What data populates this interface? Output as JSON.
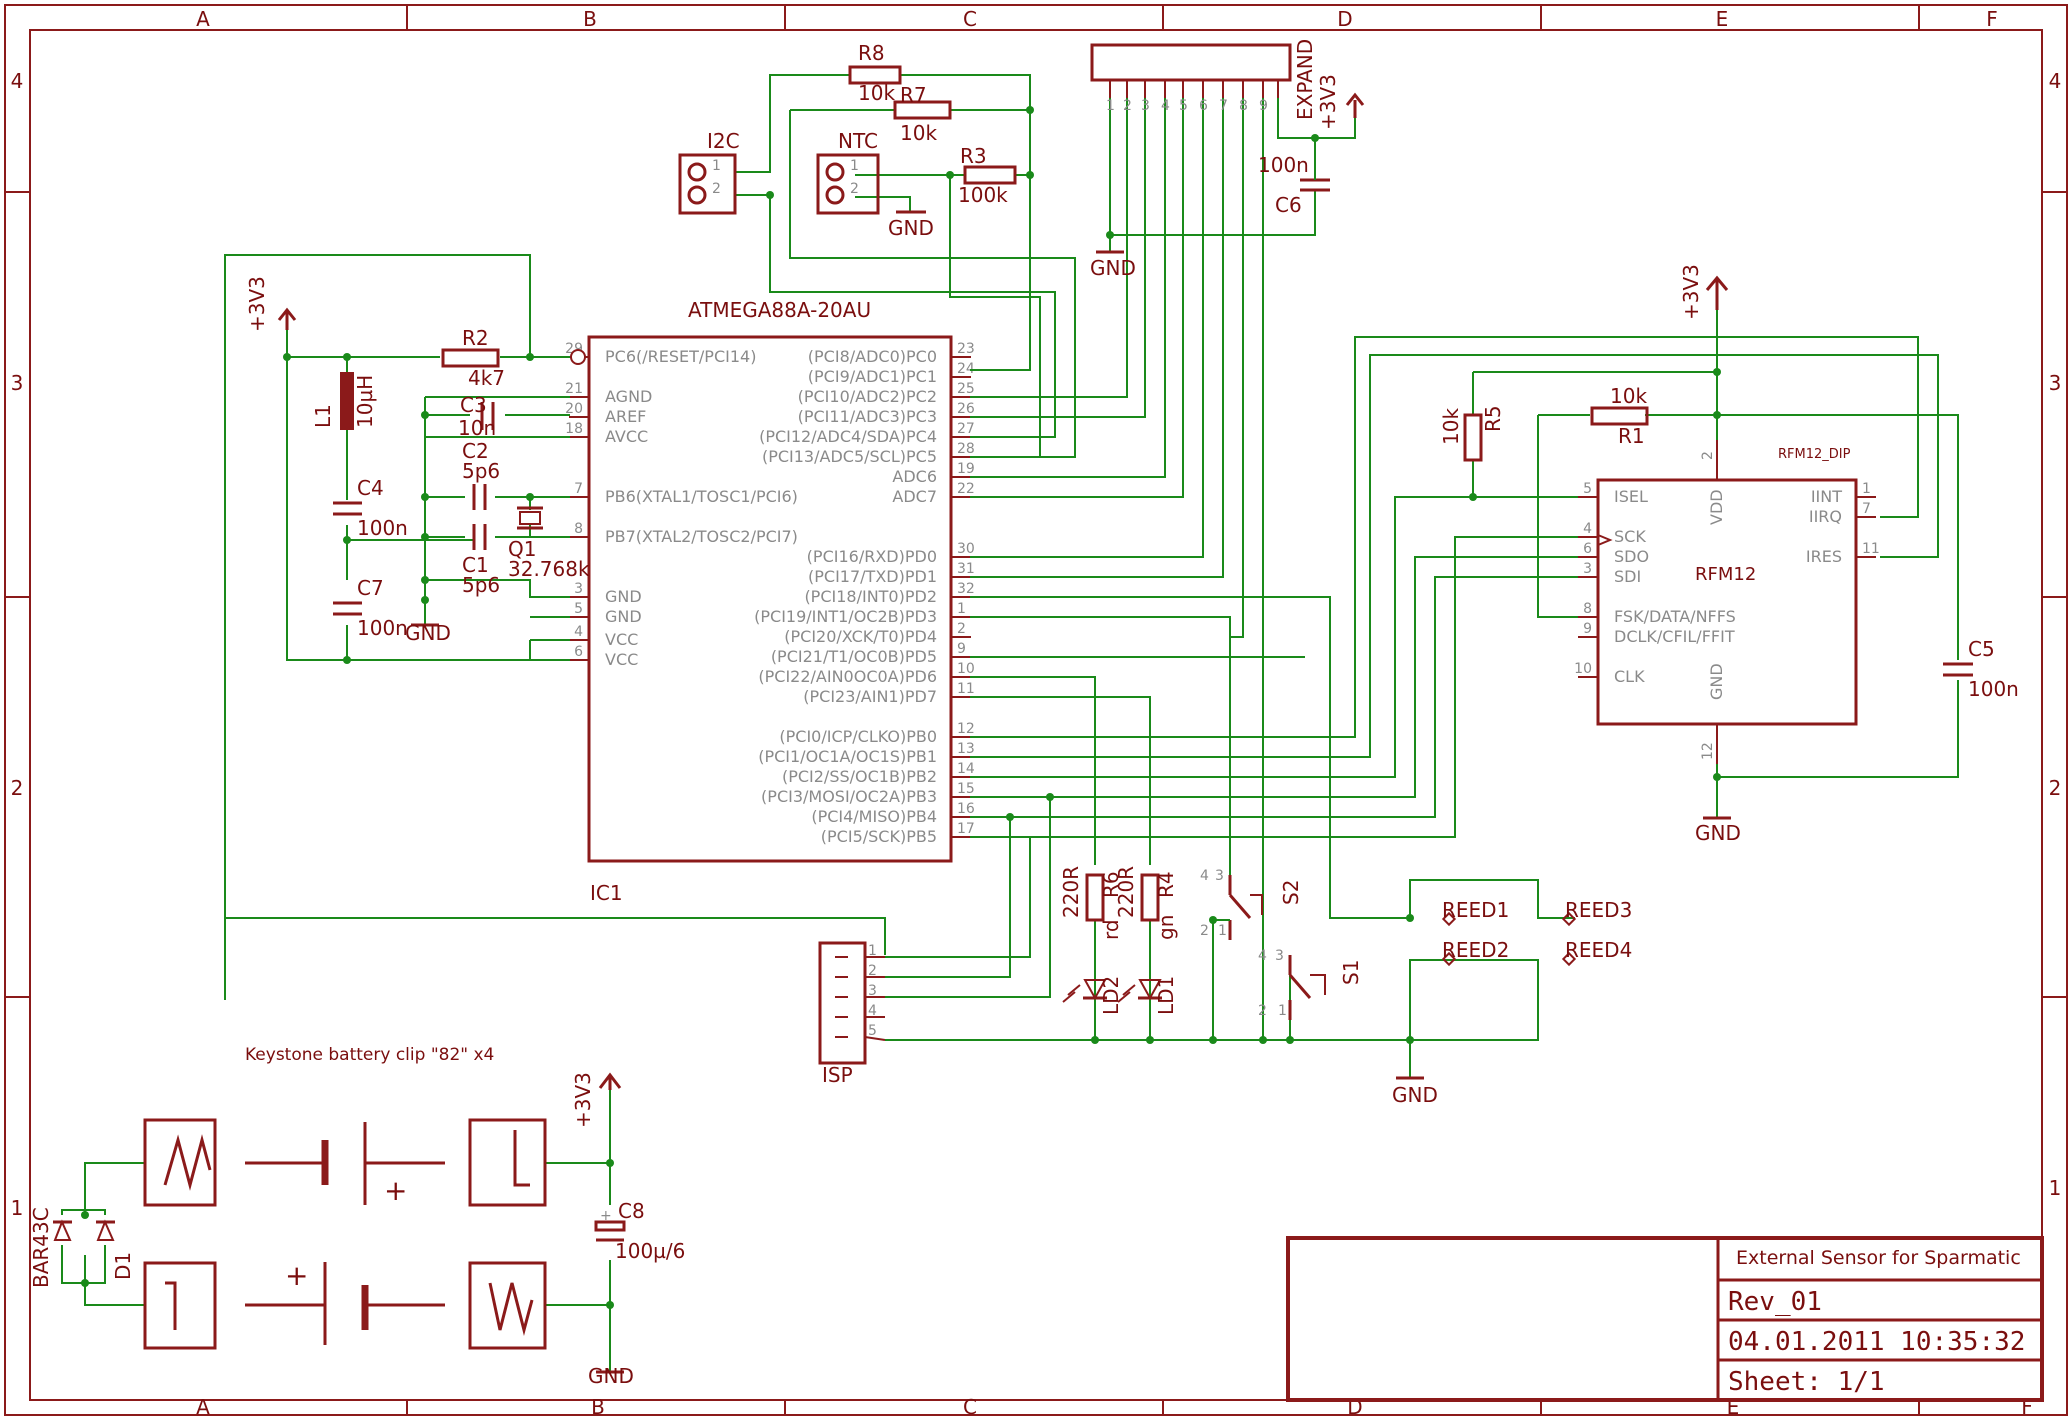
{
  "frame": {
    "columns": [
      "A",
      "B",
      "C",
      "D",
      "E",
      "F"
    ],
    "rows": [
      "4",
      "3",
      "2",
      "1"
    ]
  },
  "colors": {
    "part": "#8b1a1a",
    "wire": "#1a8a1a",
    "pin": "#8a8a8a",
    "text": "#7a0e0e"
  },
  "ic1": {
    "name": "ATMEGA88A-20AU",
    "ref": "IC1",
    "left_pins": [
      {
        "num": "29",
        "label": "PC6(/RESET/PCI14)"
      },
      {
        "num": "21",
        "label": "AGND"
      },
      {
        "num": "20",
        "label": "AREF"
      },
      {
        "num": "18",
        "label": "AVCC"
      },
      {
        "num": "7",
        "label": "PB6(XTAL1/TOSC1/PCI6)"
      },
      {
        "num": "8",
        "label": "PB7(XTAL2/TOSC2/PCI7)"
      },
      {
        "num": "3",
        "label": "GND"
      },
      {
        "num": "5",
        "label": "GND"
      },
      {
        "num": "4",
        "label": "VCC"
      },
      {
        "num": "6",
        "label": "VCC"
      }
    ],
    "right_pins": [
      {
        "num": "23",
        "label": "(PCI8/ADC0)PC0"
      },
      {
        "num": "24",
        "label": "(PCI9/ADC1)PC1"
      },
      {
        "num": "25",
        "label": "(PCI10/ADC2)PC2"
      },
      {
        "num": "26",
        "label": "(PCI11/ADC3)PC3"
      },
      {
        "num": "27",
        "label": "(PCI12/ADC4/SDA)PC4"
      },
      {
        "num": "28",
        "label": "(PCI13/ADC5/SCL)PC5"
      },
      {
        "num": "19",
        "label": "ADC6"
      },
      {
        "num": "22",
        "label": "ADC7"
      },
      {
        "num": "30",
        "label": "(PCI16/RXD)PD0"
      },
      {
        "num": "31",
        "label": "(PCI17/TXD)PD1"
      },
      {
        "num": "32",
        "label": "(PCI18/INT0)PD2"
      },
      {
        "num": "1",
        "label": "(PCI19/INT1/OC2B)PD3"
      },
      {
        "num": "2",
        "label": "(PCI20/XCK/T0)PD4"
      },
      {
        "num": "9",
        "label": "(PCI21/T1/OC0B)PD5"
      },
      {
        "num": "10",
        "label": "(PCI22/AIN0OC0A)PD6"
      },
      {
        "num": "11",
        "label": "(PCI23/AIN1)PD7"
      },
      {
        "num": "12",
        "label": "(PCI0/ICP/CLKO)PB0"
      },
      {
        "num": "13",
        "label": "(PCI1/OC1A/OC1S)PB1"
      },
      {
        "num": "14",
        "label": "(PCI2/SS/OC1B)PB2"
      },
      {
        "num": "15",
        "label": "(PCI3/MOSI/OC2A)PB3"
      },
      {
        "num": "16",
        "label": "(PCI4/MISO)PB4"
      },
      {
        "num": "17",
        "label": "(PCI5/SCK)PB5"
      }
    ]
  },
  "rfm12": {
    "name": "RFM12",
    "lib": "RFM12_DIP",
    "left_pins": [
      {
        "num": "5",
        "label": "ISEL"
      },
      {
        "num": "4",
        "label": "SCK"
      },
      {
        "num": "6",
        "label": "SDO"
      },
      {
        "num": "3",
        "label": "SDI"
      },
      {
        "num": "8",
        "label": "FSK/DATA/NFFS"
      },
      {
        "num": "9",
        "label": "DCLK/CFIL/FFIT"
      },
      {
        "num": "10",
        "label": "CLK"
      }
    ],
    "right_pins": [
      {
        "num": "1",
        "label": "IINT"
      },
      {
        "num": "7",
        "label": "IIRQ"
      },
      {
        "num": "11",
        "label": "IRES"
      }
    ],
    "vdd": "VDD",
    "gnd": "GND",
    "vdd_pin": "2",
    "gnd_pin": "12"
  },
  "parts": {
    "r8": {
      "ref": "R8",
      "value": "10k"
    },
    "r7": {
      "ref": "R7",
      "value": "10k"
    },
    "r3": {
      "ref": "R3",
      "value": "100k"
    },
    "r2": {
      "ref": "R2",
      "value": "4k7"
    },
    "r1": {
      "ref": "R1",
      "value": "10k"
    },
    "r5": {
      "ref": "R5",
      "value": "10k"
    },
    "r6": {
      "ref": "R6",
      "value": "220R",
      "color": "rd"
    },
    "r4": {
      "ref": "R4",
      "value": "220R",
      "color": "gn"
    },
    "l1": {
      "ref": "L1",
      "value": "10µH"
    },
    "c3": {
      "ref": "C3",
      "value": "10n"
    },
    "c4": {
      "ref": "C4",
      "value": "100n"
    },
    "c2": {
      "ref": "C2",
      "value": "5p6"
    },
    "c1": {
      "ref": "C1",
      "value": "5p6"
    },
    "c7": {
      "ref": "C7",
      "value": "100n"
    },
    "q1": {
      "ref": "Q1",
      "value": "32.768k"
    },
    "c6": {
      "ref": "C6",
      "value": "100n"
    },
    "c5": {
      "ref": "C5",
      "value": "100n"
    },
    "c8": {
      "ref": "C8",
      "value": "100µ/6"
    },
    "ld1": {
      "ref": "LD1"
    },
    "ld2": {
      "ref": "LD2"
    },
    "s1": {
      "ref": "S1"
    },
    "s2": {
      "ref": "S2"
    },
    "d1": {
      "ref": "D1",
      "value": "BAR43C"
    },
    "i2c": {
      "ref": "I2C"
    },
    "ntc": {
      "ref": "NTC"
    },
    "isp": {
      "ref": "ISP"
    },
    "expand": {
      "ref": "EXPAND"
    },
    "reed1": {
      "ref": "REED1"
    },
    "reed2": {
      "ref": "REED2"
    },
    "reed3": {
      "ref": "REED3"
    },
    "reed4": {
      "ref": "REED4"
    }
  },
  "nets": {
    "vcc": "+3V3",
    "gnd": "GND"
  },
  "battery_note": "Keystone battery clip \"82\" x4",
  "title_block": {
    "title": "External Sensor for Sparmatic",
    "revision": "Rev_01",
    "date": "04.01.2011  10:35:32",
    "sheet": "Sheet: 1/1"
  }
}
